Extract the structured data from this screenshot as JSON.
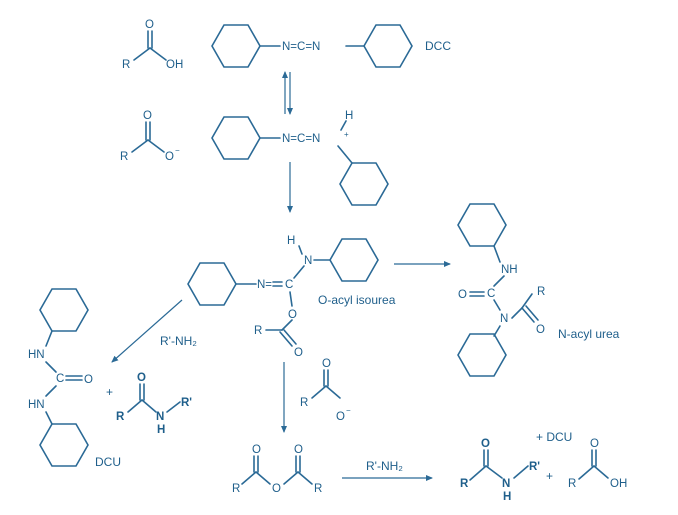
{
  "atoms": {
    "R": "R",
    "R_prime": "R'",
    "O": "O",
    "OH": "OH",
    "O_minus": "O",
    "minus": "−",
    "H": "H",
    "N": "N",
    "NH": "NH",
    "HN": "HN",
    "C": "C",
    "carbodiimide": "N=C=N",
    "protonated": "N=C=N",
    "plus_sign": "+",
    "N_eq": "N="
  },
  "labels": {
    "dcc": "DCC",
    "o_acyl_isourea": "O-acyl isourea",
    "n_acyl_urea": "N-acyl urea",
    "dcu": "DCU",
    "amine_1": "R'-NH₂",
    "amine_2": "R'-NH₂",
    "plus_1": "+",
    "plus_2": "+",
    "plus_dcu": "+ DCU",
    "plus_byproduct": "+"
  },
  "colors": {
    "ink": "#2b6a96",
    "text": "#1f5f8b",
    "background": "#ffffff"
  }
}
